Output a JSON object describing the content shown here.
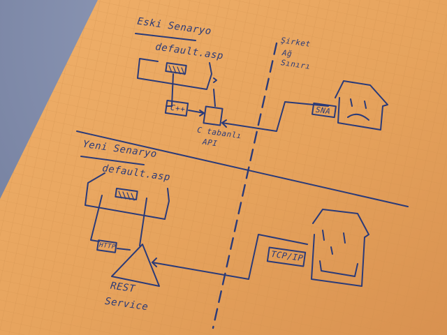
{
  "sketch": {
    "old_scenario": {
      "title": "Eski Senaryo",
      "default_asp": "default.asp",
      "cpp_box": "C++",
      "api_label_line1": "C tabanlı",
      "api_label_line2": "API",
      "protocol": "SNA"
    },
    "boundary": {
      "line1": "Şirket",
      "line2": "Ağ",
      "line3": "Sınırı"
    },
    "new_scenario": {
      "title": "Yeni Senaryo",
      "default_asp": "default.asp",
      "http_box": "HTTP",
      "service_line1": "REST",
      "service_line2": "Service",
      "protocol": "TCP/IP"
    }
  },
  "colors": {
    "paper": "#e8a860",
    "ink": "#2a3a78",
    "grid": "#d69a55"
  }
}
